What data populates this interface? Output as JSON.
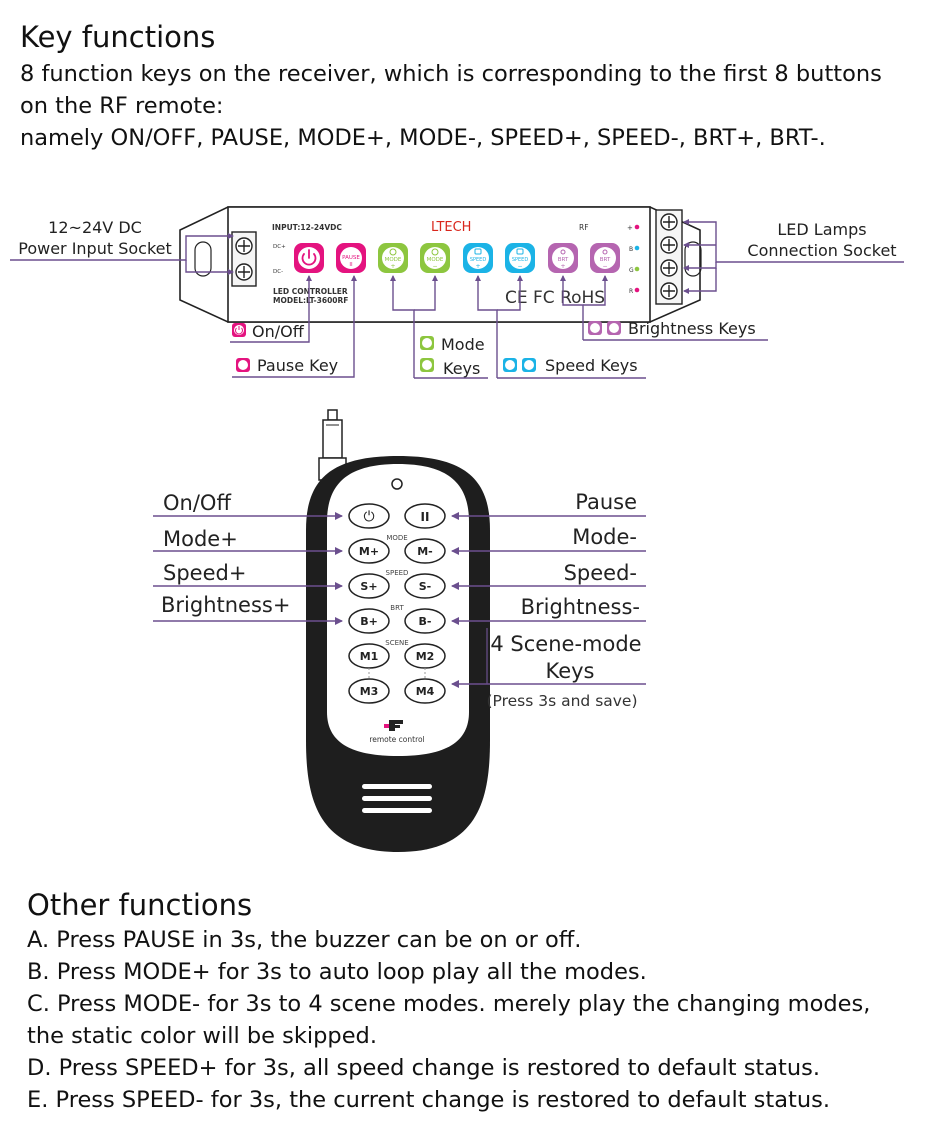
{
  "key_functions": {
    "heading": "Key functions",
    "intro_lines": [
      "8 function keys on the receiver, which is corresponding to the first 8 buttons",
      "on the RF remote:",
      "namely ON/OFF, PAUSE, MODE+, MODE-, SPEED+, SPEED-, BRT+, BRT-."
    ]
  },
  "receiver": {
    "input_label": "12~24V DC",
    "input_label_2": "Power Input Socket",
    "output_label": "LED Lamps",
    "output_label_2": "Connection Socket",
    "panel_input": "INPUT:12-24VDC",
    "brand": "LTECH",
    "rf_mark": "RF",
    "dc_plus": "DC+",
    "dc_minus": "DC-",
    "model_line1": "LED CONTROLLER",
    "model_line2": "MODEL:LT-3600RF",
    "cert_marks": "CE FC RoHS",
    "terminal_labels": [
      "+",
      "B",
      "G",
      "R"
    ],
    "keys": [
      {
        "line1": "",
        "line2": "",
        "color": "#e4137f",
        "icon": "power-icon"
      },
      {
        "line1": "PAUSE",
        "line2": "II",
        "color": "#e4137f"
      },
      {
        "line1": "MODE",
        "line2": "+",
        "color": "#8dc63f"
      },
      {
        "line1": "MODE",
        "line2": "−",
        "color": "#8dc63f"
      },
      {
        "line1": "SPEED",
        "line2": "+",
        "color": "#1bb3e6"
      },
      {
        "line1": "SPEED",
        "line2": "−",
        "color": "#1bb3e6"
      },
      {
        "line1": "BRT",
        "line2": "+",
        "color": "#b565b0"
      },
      {
        "line1": "BRT",
        "line2": "−",
        "color": "#b565b0"
      }
    ],
    "callouts": {
      "onoff": "On/Off",
      "pause": "Pause Key",
      "mode_1": "Mode",
      "mode_2": "Keys",
      "speed": "Speed Keys",
      "brightness": "Brightness Keys"
    }
  },
  "remote": {
    "buttons": [
      {
        "label": "⏻"
      },
      {
        "label": "II"
      },
      {
        "label": "M+"
      },
      {
        "label": "M-"
      },
      {
        "label": "S+"
      },
      {
        "label": "S-"
      },
      {
        "label": "B+"
      },
      {
        "label": "B-"
      },
      {
        "label": "M1"
      },
      {
        "label": "M2"
      },
      {
        "label": "M3"
      },
      {
        "label": "M4"
      }
    ],
    "group_labels": {
      "mode": "MODE",
      "speed": "SPEED",
      "brt": "BRT",
      "scene": "SCENE"
    },
    "brand_text": "remote control",
    "left_labels": [
      "On/Off",
      "Mode+",
      "Speed+",
      "Brightness+"
    ],
    "right_labels": [
      "Pause",
      "Mode-",
      "Speed-",
      "Brightness-"
    ],
    "scene_label_1": "4 Scene-mode",
    "scene_label_2": "Keys",
    "scene_note": "(Press 3s and save)"
  },
  "other_functions": {
    "heading": "Other functions",
    "items": [
      "A. Press PAUSE in 3s, the buzzer can be on or off.",
      "B. Press MODE+ for 3s to auto loop play all the modes.",
      "C. Press MODE- for 3s to 4 scene modes. merely play the changing modes,",
      "the static color will be skipped.",
      "D. Press SPEED+ for 3s, all speed change is restored to default status.",
      "E. Press SPEED- for 3s, the current change is restored to default status."
    ]
  },
  "colors": {
    "magenta": "#e4137f",
    "green": "#8dc63f",
    "cyan": "#1bb3e6",
    "purple": "#b565b0",
    "arrow": "#6b4f8e",
    "remote_body": "#1e1e1e"
  }
}
